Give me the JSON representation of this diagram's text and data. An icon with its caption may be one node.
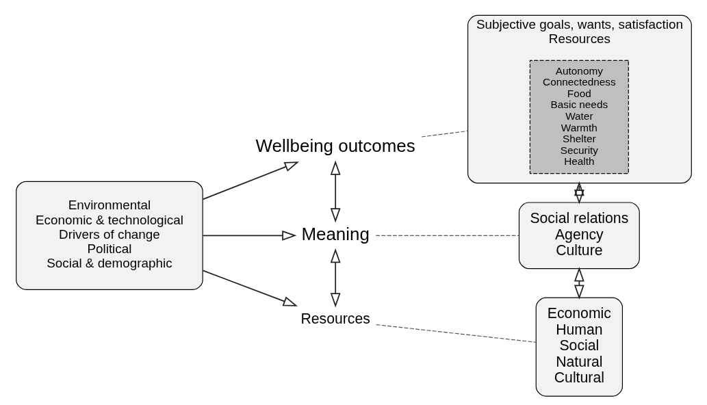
{
  "diagram": {
    "nodes": [
      {
        "text": [
          "Environmental",
          "Economic & technological",
          "Drivers of change",
          "Political",
          "Social & demographic"
        ]
      },
      {
        "text": [
          "Wellbeing outcomes"
        ]
      },
      {
        "text": [
          "Meaning"
        ]
      },
      {
        "text": [
          "Resources"
        ]
      },
      {
        "text": [
          "Subjective goals, wants, satisfaction",
          "Resources"
        ]
      },
      {
        "text": [
          "Autonomy",
          "Connectedness",
          "Food",
          "Basic needs",
          "Water",
          "Warmth",
          "Shelter",
          "Security",
          "Health"
        ],
        "in": 4
      },
      {
        "text": [
          "Social relations",
          "Agency",
          "Culture"
        ]
      },
      {
        "text": [
          "Economic",
          "Human",
          "Social",
          "Natural",
          "Cultural"
        ]
      }
    ],
    "edges": [
      {
        "from": 0,
        "to": 1,
        "arrow": "to"
      },
      {
        "from": 0,
        "to": 2,
        "arrow": "to"
      },
      {
        "from": 0,
        "to": 3,
        "arrow": "to"
      },
      {
        "from": 1,
        "to": 2,
        "arrow": "both"
      },
      {
        "from": 2,
        "to": 3,
        "arrow": "both"
      },
      {
        "from": 1,
        "to": 4,
        "arrow": "none",
        "style": "dashed"
      },
      {
        "from": 2,
        "to": 6,
        "arrow": "none",
        "style": "dashed"
      },
      {
        "from": 3,
        "to": 7,
        "arrow": "none",
        "style": "dashed"
      },
      {
        "from": 4,
        "to": 6,
        "arrow": "both"
      },
      {
        "from": 6,
        "to": 7,
        "arrow": "both"
      }
    ]
  }
}
